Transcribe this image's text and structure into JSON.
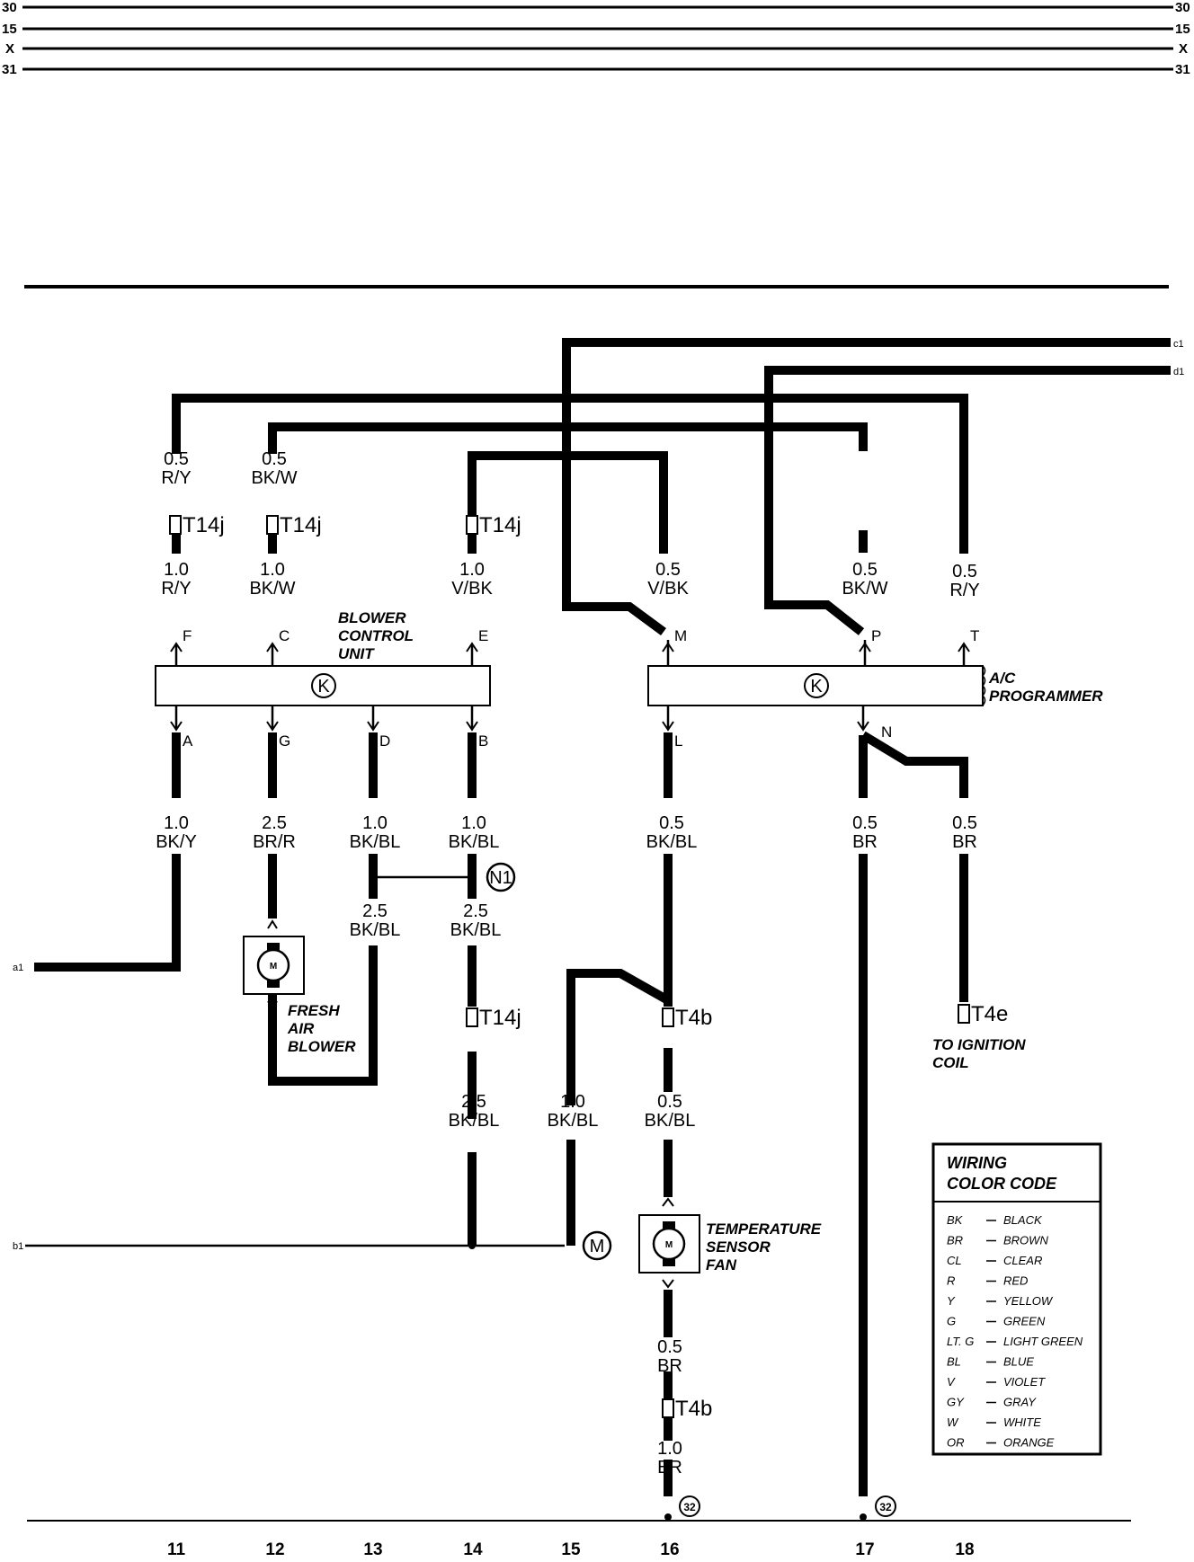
{
  "bus_lines": [
    "30",
    "15",
    "X",
    "31"
  ],
  "side_labels": {
    "c1": "c1",
    "d1": "d1",
    "a1": "a1",
    "b1": "b1"
  },
  "components": {
    "blower_control_unit": {
      "label_lines": [
        "BLOWER",
        "CONTROL",
        "UNIT"
      ],
      "symbol": "K"
    },
    "ac_programmer": {
      "label_lines": [
        "A/C",
        "PROGRAMMER"
      ],
      "symbol": "K"
    },
    "fresh_air_blower": {
      "label_lines": [
        "FRESH",
        "AIR",
        "BLOWER"
      ],
      "symbol": "M"
    },
    "temperature_sensor_fan": {
      "label_lines": [
        "TEMPERATURE",
        "SENSOR",
        "FAN"
      ],
      "symbol": "M"
    },
    "to_ignition_coil": {
      "label_lines": [
        "TO IGNITION",
        "COIL"
      ]
    }
  },
  "pins": {
    "F": "F",
    "C": "C",
    "E": "E",
    "M": "M",
    "P": "P",
    "T": "T",
    "A": "A",
    "G": "G",
    "D": "D",
    "B": "B",
    "L": "L",
    "N": "N"
  },
  "wires": {
    "w1": [
      "0.5",
      "R/Y"
    ],
    "w2": [
      "0.5",
      "BK/W"
    ],
    "w3": [
      "1.0",
      "R/Y"
    ],
    "w4": [
      "1.0",
      "BK/W"
    ],
    "w5": [
      "1.0",
      "V/BK"
    ],
    "w6": [
      "0.5",
      "V/BK"
    ],
    "w7": [
      "0.5",
      "BK/W"
    ],
    "w8": [
      "0.5",
      "R/Y"
    ],
    "w9": [
      "1.0",
      "BK/Y"
    ],
    "w10": [
      "2.5",
      "BR/R"
    ],
    "w11": [
      "1.0",
      "BK/BL"
    ],
    "w12": [
      "1.0",
      "BK/BL"
    ],
    "w13": [
      "0.5",
      "BK/BL"
    ],
    "w14": [
      "0.5",
      "BR"
    ],
    "w15": [
      "0.5",
      "BR"
    ],
    "w16": [
      "2.5",
      "BK/BL"
    ],
    "w17": [
      "2.5",
      "BK/BL"
    ],
    "w18": [
      "2.5",
      "BK/BL"
    ],
    "w19": [
      "1.0",
      "BK/BL"
    ],
    "w20": [
      "0.5",
      "BK/BL"
    ],
    "w21": [
      "0.5",
      "BR"
    ],
    "w22": [
      "1.0",
      "BR"
    ]
  },
  "connectors": {
    "t14j": "T14j",
    "t4b": "T4b",
    "t4e": "T4e"
  },
  "grounds": {
    "n1": "N1",
    "m": "M",
    "g32": "32"
  },
  "legend": {
    "title_lines": [
      "WIRING",
      "COLOR CODE"
    ],
    "entries": [
      {
        "code": "BK",
        "name": "BLACK"
      },
      {
        "code": "BR",
        "name": "BROWN"
      },
      {
        "code": "CL",
        "name": "CLEAR"
      },
      {
        "code": "R",
        "name": "RED"
      },
      {
        "code": "Y",
        "name": "YELLOW"
      },
      {
        "code": "G",
        "name": "GREEN"
      },
      {
        "code": "LT. G",
        "name": "LIGHT GREEN"
      },
      {
        "code": "BL",
        "name": "BLUE"
      },
      {
        "code": "V",
        "name": "VIOLET"
      },
      {
        "code": "GY",
        "name": "GRAY"
      },
      {
        "code": "W",
        "name": "WHITE"
      },
      {
        "code": "OR",
        "name": "ORANGE"
      }
    ]
  },
  "column_numbers": [
    "11",
    "12",
    "13",
    "14",
    "15",
    "16",
    "17",
    "18"
  ]
}
